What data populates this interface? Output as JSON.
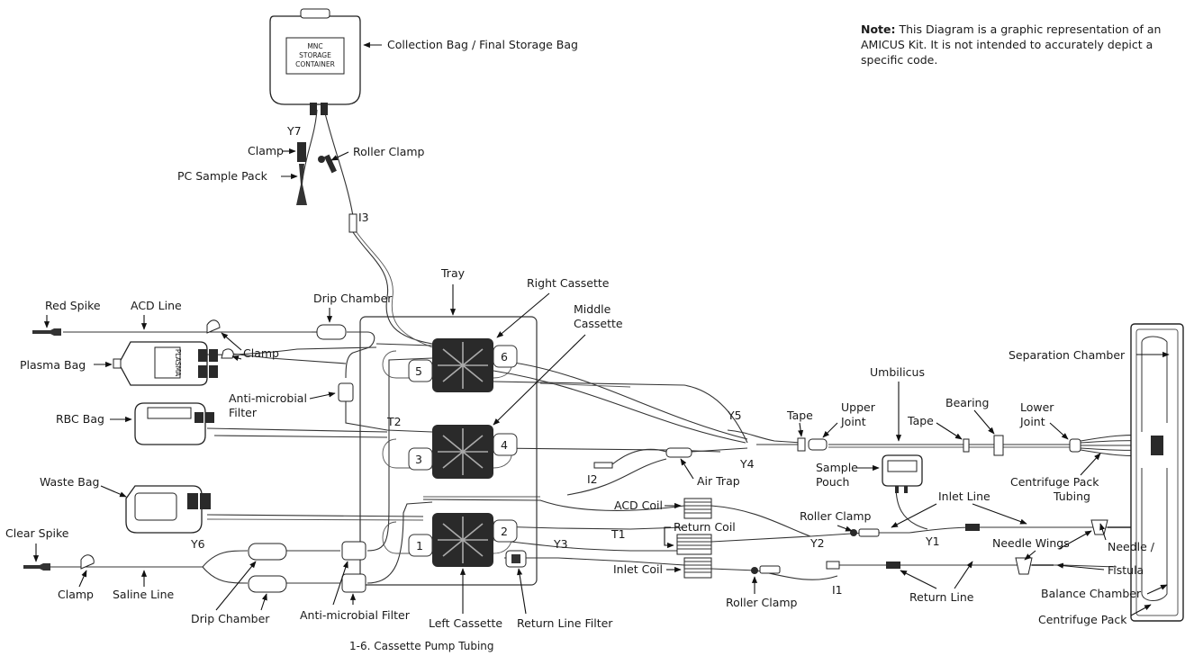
{
  "note": {
    "prefix": "Note:",
    "text": "This Diagram is a graphic representation of an AMICUS Kit. It is not intended to accurately depict a specific code."
  },
  "caption": "1-6. Cassette Pump Tubing",
  "bag_text": {
    "storage_line1": "MNC",
    "storage_line2": "STORAGE",
    "storage_line3": "CONTAINER",
    "plasma": "PLASMA"
  },
  "labels": {
    "collection_bag": "Collection Bag / Final Storage Bag",
    "y7": "Y7",
    "clamp_top": "Clamp",
    "roller_clamp_top": "Roller Clamp",
    "pc_sample_pack": "PC Sample Pack",
    "i3": "I3",
    "tray": "Tray",
    "right_cassette": "Right Cassette",
    "middle_cassette_1": "Middle",
    "middle_cassette_2": "Cassette",
    "drip_chamber_top": "Drip Chamber",
    "red_spike": "Red Spike",
    "acd_line": "ACD Line",
    "clamp_plasma": "Clamp",
    "plasma_bag": "Plasma Bag",
    "anti_microbial_filter_top_1": "Anti-microbial",
    "anti_microbial_filter_top_2": "Filter",
    "rbc_bag": "RBC Bag",
    "t2": "T2",
    "waste_bag": "Waste Bag",
    "clear_spike": "Clear Spike",
    "y6": "Y6",
    "clamp_bottom": "Clamp",
    "saline_line": "Saline Line",
    "drip_chamber_bottom": "Drip Chamber",
    "anti_microbial_filter_bottom": "Anti-microbial Filter",
    "left_cassette": "Left Cassette",
    "return_line_filter": "Return Line Filter",
    "y3": "Y3",
    "t1": "T1",
    "i2": "I2",
    "air_trap": "Air Trap",
    "y4": "Y4",
    "y5": "Y5",
    "acd_coil": "ACD Coil",
    "return_coil": "Return Coil",
    "inlet_coil": "Inlet Coil",
    "roller_clamp_bottom": "Roller Clamp",
    "roller_clamp_mid": "Roller Clamp",
    "y2": "Y2",
    "y1": "Y1",
    "i1": "I1",
    "return_line": "Return Line",
    "inlet_line": "Inlet Line",
    "needle_wings": "Needle Wings",
    "needle_fistula_1": "Needle /",
    "needle_fistula_2": "Fistula",
    "sample_pouch_1": "Sample",
    "sample_pouch_2": "Pouch",
    "tape_1": "Tape",
    "upper_joint_1": "Upper",
    "upper_joint_2": "Joint",
    "umbilicus": "Umbilicus",
    "tape_2": "Tape",
    "bearing": "Bearing",
    "lower_joint_1": "Lower",
    "lower_joint_2": "Joint",
    "centrifuge_pack_tubing_1": "Centrifuge Pack",
    "centrifuge_pack_tubing_2": "Tubing",
    "separation_chamber": "Separation Chamber",
    "balance_chamber": "Balance Chamber",
    "centrifuge_pack": "Centrifuge Pack"
  },
  "cassette_numbers": [
    "1",
    "2",
    "3",
    "4",
    "5",
    "6"
  ]
}
